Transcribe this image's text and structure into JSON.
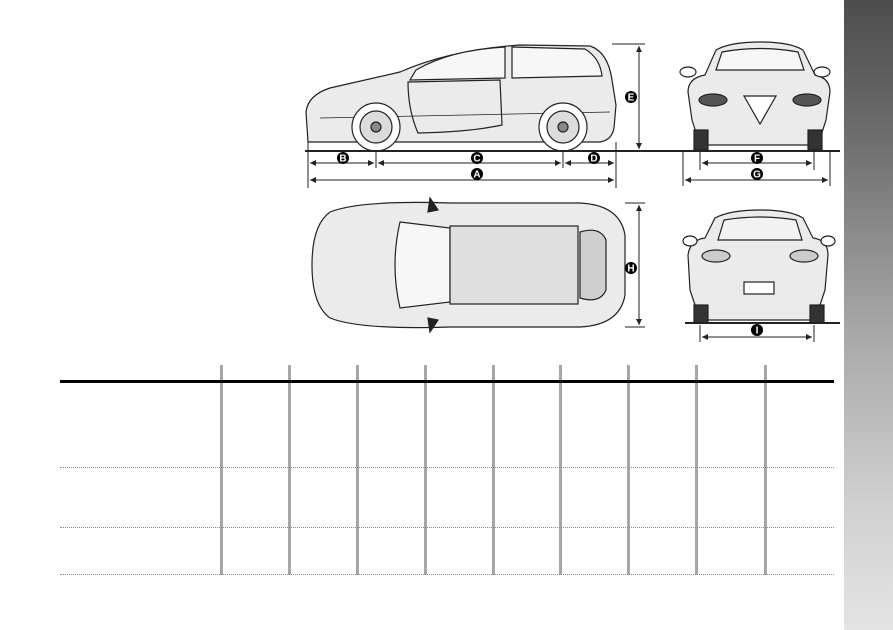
{
  "diagram": {
    "dimension_labels": {
      "A": "A",
      "B": "B",
      "C": "C",
      "D": "D",
      "E": "E",
      "F": "F",
      "G": "G",
      "H": "H",
      "I": "I"
    }
  },
  "colors": {
    "side_tab_top": "#4d4d4d",
    "side_tab_bottom": "#e4e4e4",
    "car_body": "#e9e9e9",
    "line": "#222222",
    "marker_fill": "#000000",
    "column_bar": "#a6a6a6"
  },
  "table": {
    "column_count": 9,
    "row_count": 3
  }
}
